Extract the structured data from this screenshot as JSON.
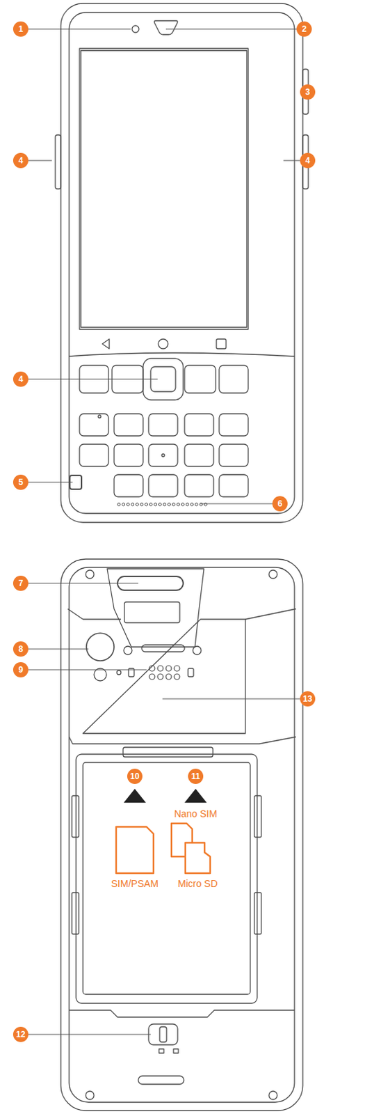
{
  "diagram": {
    "labels": [
      "1",
      "2",
      "3",
      "4",
      "4",
      "4",
      "5",
      "6",
      "7",
      "8",
      "9",
      "13",
      "10",
      "11",
      "Nano SIM",
      "SIM/PSAM",
      "Micro SD",
      "12"
    ]
  }
}
